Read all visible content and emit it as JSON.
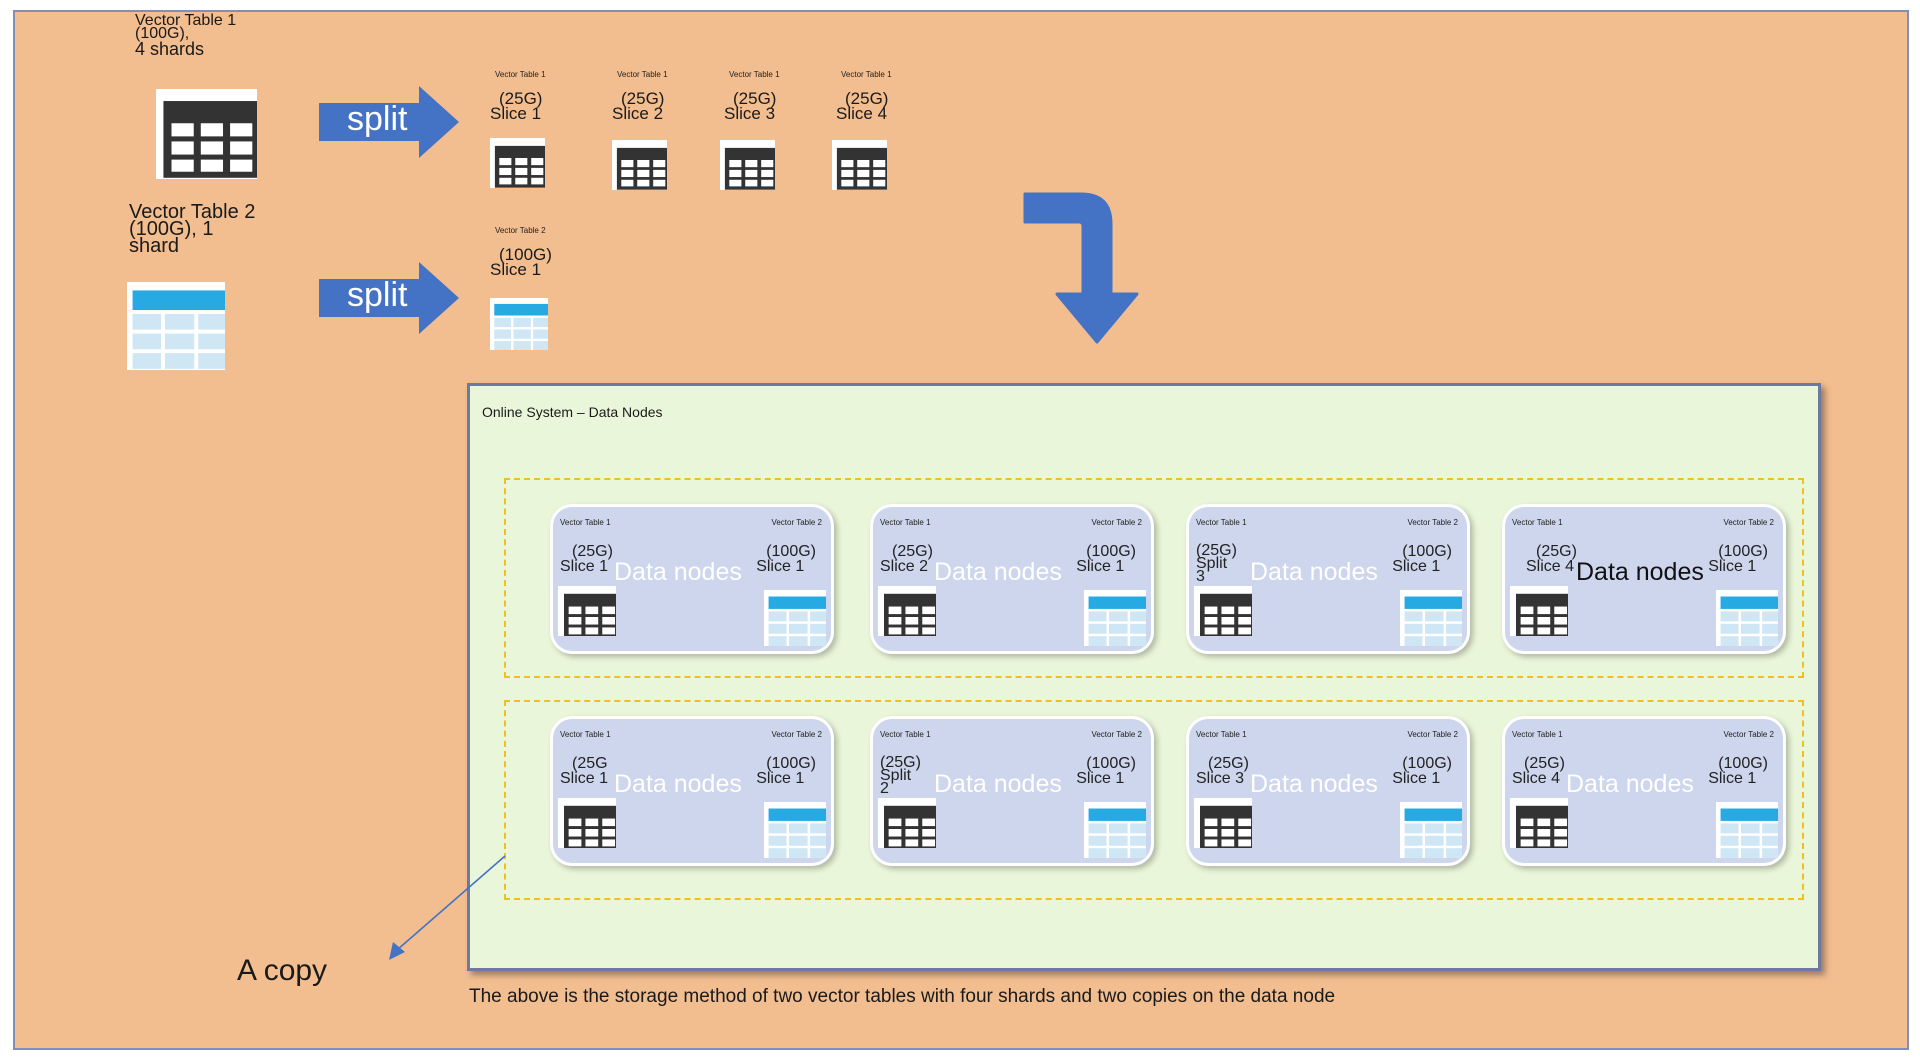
{
  "sources": {
    "table1": {
      "name": "Vector Table 1",
      "size": "(100G),",
      "shards": "4 shards"
    },
    "table2": {
      "line1": "Vector Table 2",
      "line2": "(100G), 1",
      "line3": "shard"
    }
  },
  "split_label": "split",
  "slices_row1": [
    {
      "table": "Vector Table 1",
      "size": "(25G)",
      "name": "Slice 1"
    },
    {
      "table": "Vector Table 1",
      "size": "(25G)",
      "name": "Slice 2"
    },
    {
      "table": "Vector Table 1",
      "size": "(25G)",
      "name": "Slice 3"
    },
    {
      "table": "Vector Table 1",
      "size": "(25G)",
      "name": "Slice 4"
    }
  ],
  "slice_row2": {
    "table": "Vector Table 2",
    "size": "(100G)",
    "name": "Slice 1"
  },
  "online_title": "Online System – Data Nodes",
  "node_watermark": "Data nodes",
  "nodes_row1": [
    {
      "t1": "Vector Table 1",
      "s1a": "(25G)",
      "s1b": "Slice 1",
      "s1c": "",
      "t2": "Vector Table 2",
      "s2a": "(100G)",
      "s2b": "Slice 1"
    },
    {
      "t1": "Vector Table 1",
      "s1a": "(25G)",
      "s1b": "Slice 2",
      "s1c": "",
      "t2": "Vector Table 2",
      "s2a": "(100G)",
      "s2b": "Slice 1"
    },
    {
      "t1": "Vector Table 1",
      "s1a": "(25G)",
      "s1b": "Split",
      "s1c": "3",
      "t2": "Vector Table 2",
      "s2a": "(100G)",
      "s2b": "Slice 1"
    },
    {
      "t1": "Vector Table 1",
      "s1a": "(25G)",
      "s1b": "Slice 4",
      "s1c": "",
      "t2": "Vector Table 2",
      "s2a": "(100G)",
      "s2b": "Slice 1"
    }
  ],
  "nodes_row2": [
    {
      "t1": "Vector Table 1",
      "s1a": "(25G",
      "s1b": "Slice 1",
      "s1c": "",
      "t2": "Vector Table 2",
      "s2a": "(100G)",
      "s2b": "Slice 1"
    },
    {
      "t1": "Vector Table 1",
      "s1a": "(25G)",
      "s1b": "Split",
      "s1c": "2",
      "t2": "Vector Table 2",
      "s2a": "(100G)",
      "s2b": "Slice 1"
    },
    {
      "t1": "Vector Table 1",
      "s1a": "(25G)",
      "s1b": "Slice 3",
      "s1c": "",
      "t2": "Vector Table 2",
      "s2a": "(100G)",
      "s2b": "Slice 1"
    },
    {
      "t1": "Vector Table 1",
      "s1a": "(25G)",
      "s1b": "Slice 4",
      "s1c": "",
      "t2": "Vector Table 2",
      "s2a": "(100G)",
      "s2b": "Slice 1"
    }
  ],
  "copy_label": "A copy",
  "caption": "The above is the storage method of two vector tables with four shards and two copies on the data node",
  "colors": {
    "background": "#f2bd8f",
    "arrow": "#4472c4",
    "online_bg": "#eaf6d9",
    "node": "#cdd6ec",
    "dash": "#f0c020",
    "table_dark": "#333333",
    "table_blue": "#27a9e1"
  }
}
